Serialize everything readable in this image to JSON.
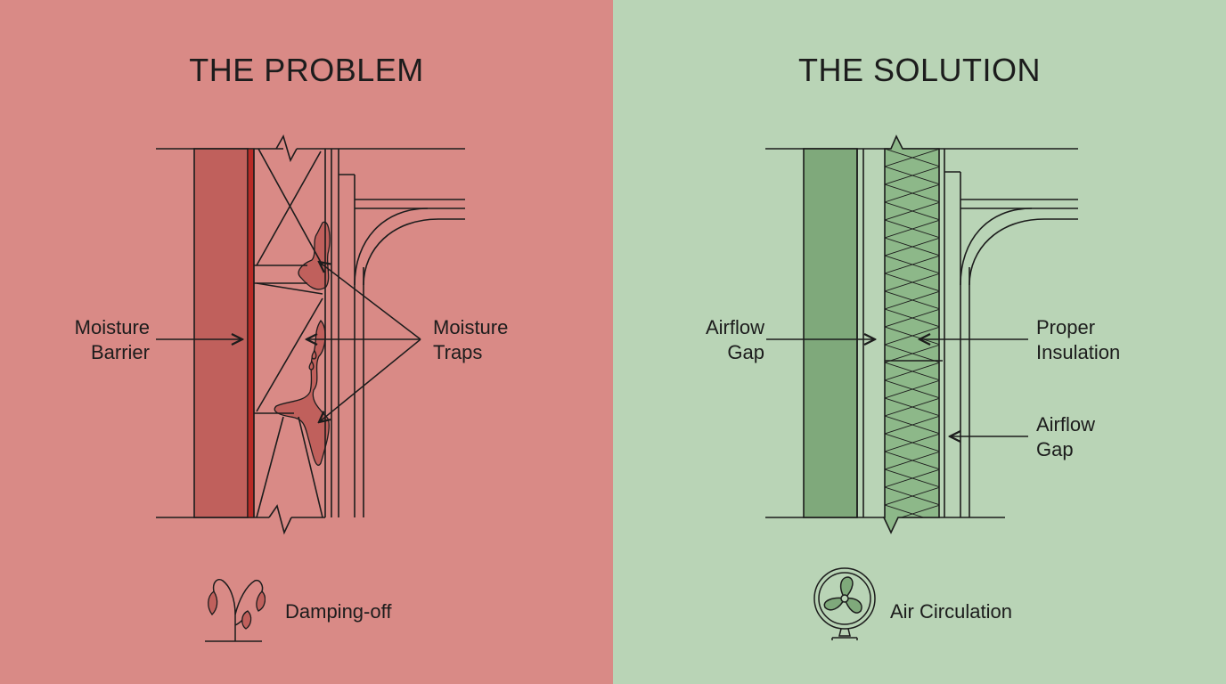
{
  "problem": {
    "title": "THE PROBLEM",
    "labels": {
      "moisture_barrier": "Moisture\nBarrier",
      "moisture_traps": "Moisture\nTraps"
    },
    "caption": "Damping-off",
    "icon": "wilting-plant-icon",
    "colors": {
      "background": "#d98a86",
      "barrier": "#c0605c",
      "accent": "#b82a26"
    }
  },
  "solution": {
    "title": "THE SOLUTION",
    "labels": {
      "airflow_gap_left": "Airflow\nGap",
      "proper_insulation": "Proper\nInsulation",
      "airflow_gap_right": "Airflow\nGap"
    },
    "caption": "Air Circulation",
    "icon": "fan-icon",
    "colors": {
      "background": "#b9d4b6",
      "fill": "#7fa97b",
      "insulation": "#8db889"
    }
  }
}
